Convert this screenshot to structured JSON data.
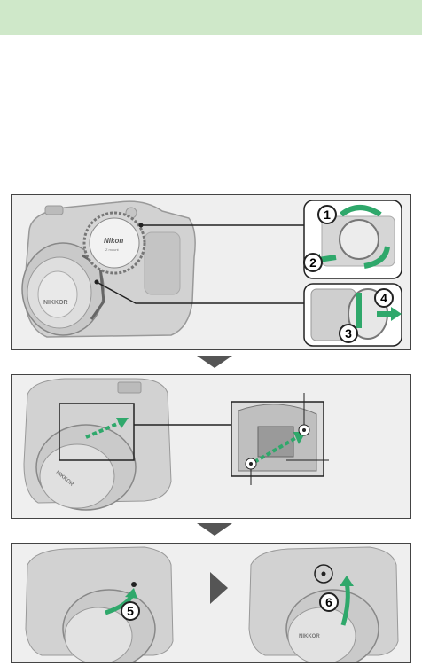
{
  "header": {
    "background": "#cfe8c9"
  },
  "body_cap": {
    "brand": "Nikon",
    "text": "Z mount"
  },
  "lens_brand": "NIKKOR",
  "steps": [
    "1",
    "2",
    "3",
    "4",
    "5",
    "6"
  ],
  "colors": {
    "arrow_green": "#2fa86b",
    "panel_bg": "#efefef",
    "down_arrow": "#555555"
  },
  "icons": [
    "camera-body",
    "body-cap",
    "rear-lens-cap",
    "mounting-index",
    "rotate-arrow",
    "triangle-right-icon"
  ]
}
